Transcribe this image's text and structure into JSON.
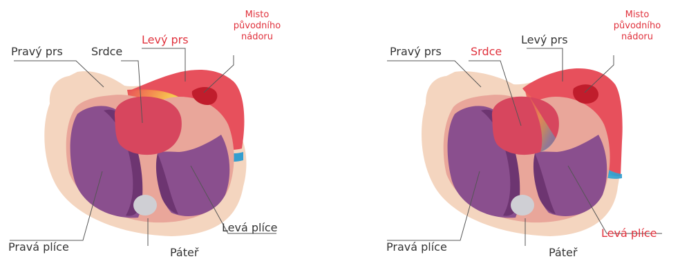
{
  "colors": {
    "skin": "#f4d5bf",
    "rib": "#e9a69a",
    "lung": "#8a4f8e",
    "lung_shadow": "#6d3571",
    "heart": "#d7465e",
    "breast_red": "#e7505c",
    "tumor": "#c01d2c",
    "spine": "#cfcfd4",
    "label": "#333333",
    "label_red": "#e0313c"
  },
  "left_panel": {
    "labels": {
      "right_breast": "Pravý prs",
      "heart": "Srdce",
      "left_breast": "Levý prs",
      "tumor_site": "Misto původního nádoru",
      "right_lung": "Pravá plíce",
      "spine": "Páteř",
      "left_lung": "Levá plíce"
    },
    "highlighted": [
      "left_breast",
      "tumor_site"
    ]
  },
  "right_panel": {
    "labels": {
      "right_breast": "Pravý prs",
      "heart": "Srdce",
      "left_breast": "Levý prs",
      "tumor_site": "Misto původního nádoru",
      "right_lung": "Pravá plíce",
      "spine": "Páteř",
      "left_lung": "Levá plíce"
    },
    "highlighted": [
      "heart",
      "tumor_site",
      "left_lung"
    ]
  }
}
